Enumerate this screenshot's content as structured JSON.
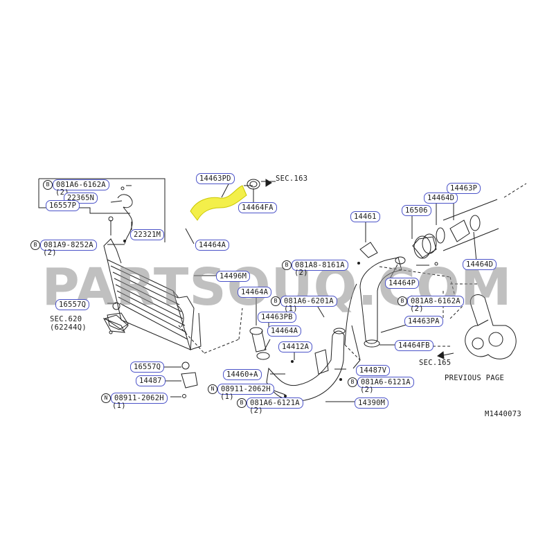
{
  "watermark": "PARTSOUQ.COM",
  "diagram_code": "M1440073",
  "highlight_color": "#f3ef4a",
  "label_border_color": "#4a52c8",
  "notes": {
    "sec163": "SEC.163",
    "sec620": "SEC.620",
    "sec620_sub": "(62244Q)",
    "sec165": "SEC.165",
    "previous_page": "PREVIOUS PAGE"
  },
  "parts": {
    "p14463pd": "14463PD",
    "p14464fa": "14464FA",
    "p14464a_top": "14464A",
    "p081a6_6162a_top": "081A6-6162A",
    "p081a6_6162a_top_qty": "(2)",
    "p22365n": "22365N",
    "p16557p": "16557P",
    "p22321m": "22321M",
    "p081a9_8252a": "081A9-8252A",
    "p081a9_8252a_qty": "(2)",
    "p14496m": "14496M",
    "p16557q": "16557Q",
    "p14464a_mid": "14464A",
    "p14463pb": "14463PB",
    "p14464a_lower": "14464A",
    "p081a6_6201a": "081A6-6201A",
    "p081a6_6201a_qty": "(1)",
    "p14412a": "14412A",
    "p14461": "14461",
    "p081a8_8161a": "081A8-8161A",
    "p081a8_8161a_qty": "(2)",
    "p16506": "16506",
    "p14464p": "14464P",
    "p14464d_top": "14464D",
    "p14463p": "14463P",
    "p14464d_right": "14464D",
    "p081a8_6162a": "081A8-6162A",
    "p081a8_6162a_qty": "(2)",
    "p14463pa": "14463PA",
    "p14464fb": "14464FB",
    "p16557q_low": "16557Q",
    "p14487": "14487",
    "p08911_2062h_left": "08911-2062H",
    "p08911_2062h_left_qty": "(1)",
    "p14460a": "14460+A",
    "p08911_2062h_mid": "08911-2062H",
    "p08911_2062h_mid_qty": "(1)",
    "p081a6_6121a_low": "081A6-6121A",
    "p081a6_6121a_low_qty": "(2)",
    "p14390m": "14390M",
    "p14487v": "14487V",
    "p081a6_6121a_right": "081A6-6121A",
    "p081a6_6121a_right_qty": "(2)"
  },
  "markers": {
    "b": "B",
    "n": "N"
  }
}
